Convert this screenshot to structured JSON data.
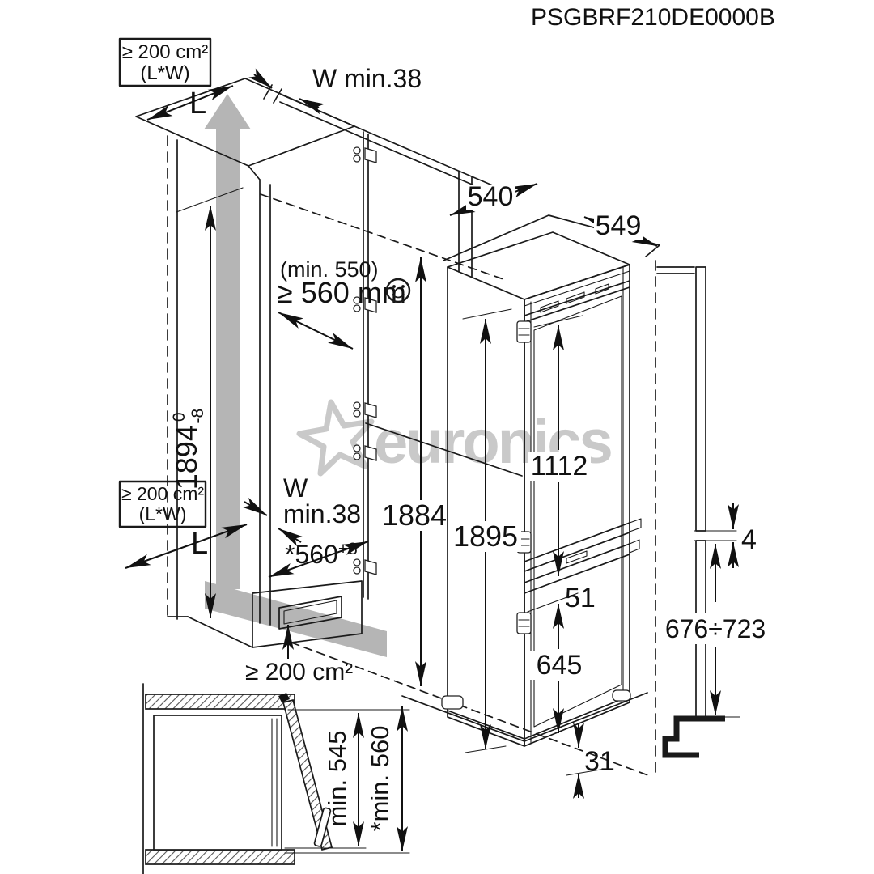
{
  "title": "PSGBRF210DE0000B",
  "watermark": {
    "text": "euronics",
    "color": "#c9c9c9"
  },
  "colors": {
    "line": "#1a1a1a",
    "airflow": "#b5b5b5",
    "watermark": "#c9c9c9"
  },
  "cabinet_view": {
    "vent_label_top": {
      "line1": "≥ 200 cm²",
      "line2": "(L*W)"
    },
    "vent_label_mid": {
      "line1": "≥ 200 cm²",
      "line2": "(L*W)"
    },
    "length_label_top": "L",
    "length_label_mid": "L",
    "width_label_top": "W min.38",
    "width_label_mid_line1": "W",
    "width_label_mid_line2": "min.38",
    "niche_depth_note": "(min. 550)",
    "niche_depth_value": "≥ 560 mm",
    "niche_height": {
      "value": "1894",
      "tol_upper": "0",
      "tol_lower": "-8"
    },
    "niche_width": {
      "value": "*560",
      "sup": "+8"
    },
    "appliance_height_in_niche": "1884",
    "plinth_vent_label": "≥ 200 cm²"
  },
  "appliance_view": {
    "depth": "540",
    "depth_with_door": "549",
    "height": "1895",
    "upper_compartment": "1112",
    "gap": "51",
    "lower_compartment": "645",
    "plinth_height": "31"
  },
  "door_detail_view": {
    "door_gap": "4",
    "lower_door_range": "676÷723"
  },
  "top_view": {
    "depth_min": "min. 545",
    "niche_depth_min": "*min. 560"
  }
}
